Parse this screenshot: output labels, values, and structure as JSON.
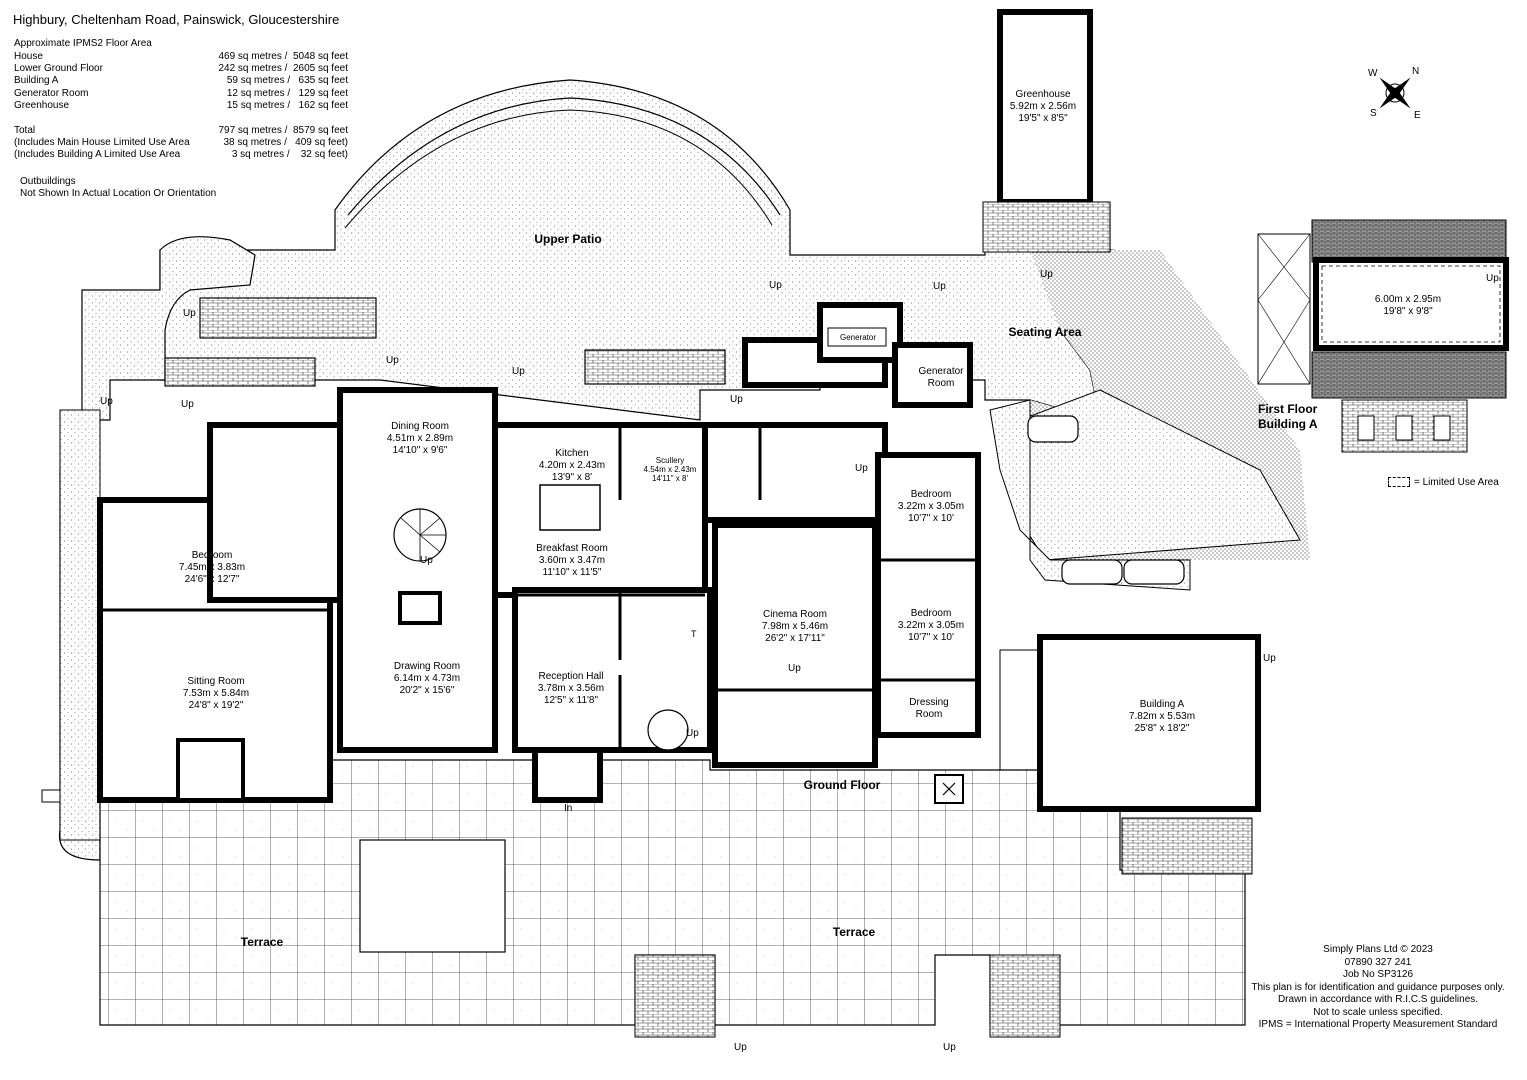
{
  "title": "Highbury, Cheltenham Road, Painswick, Gloucestershire",
  "area_heading": "Approximate IPMS2 Floor Area",
  "areas": [
    {
      "label": "House",
      "value": "469 sq metres /  5048 sq feet"
    },
    {
      "label": "Lower Ground Floor",
      "value": "242 sq metres /  2605 sq feet"
    },
    {
      "label": "Building A",
      "value": "59 sq metres /   635 sq feet"
    },
    {
      "label": "Generator Room",
      "value": "12 sq metres /   129 sq feet"
    },
    {
      "label": "Greenhouse",
      "value": "15 sq metres /   162 sq feet"
    }
  ],
  "totals": [
    {
      "label": "Total",
      "value": "797 sq metres /  8579 sq feet"
    },
    {
      "label": "(Includes Main House Limited Use Area",
      "value": "38 sq metres /   409 sq feet)"
    },
    {
      "label": "(Includes Building A Limited Use Area",
      "value": "3 sq metres /    32 sq feet)"
    }
  ],
  "outbuildings_note": [
    "Outbuildings",
    "Not Shown In Actual Location Or Orientation"
  ],
  "compass": {
    "n": "N",
    "s": "S",
    "e": "E",
    "w": "W"
  },
  "rooms": {
    "dining": [
      "Dining Room",
      "4.51m x 2.89m",
      "14'10\" x 9'6\""
    ],
    "kitchen": [
      "Kitchen",
      "4.20m x 2.43m",
      "13'9\" x 8'"
    ],
    "scullery": [
      "Scullery",
      "4.54m x 2.43m",
      "14'11\" x 8'"
    ],
    "breakfast": [
      "Breakfast Room",
      "3.60m x 3.47m",
      "11'10\" x 11'5\""
    ],
    "bedroom_main": [
      "Bedroom",
      "7.45m x 3.83m",
      "24'6\" x 12'7\""
    ],
    "sitting": [
      "Sitting Room",
      "7.53m x 5.84m",
      "24'8\" x 19'2\""
    ],
    "drawing": [
      "Drawing Room",
      "6.14m x 4.73m",
      "20'2\" x 15'6\""
    ],
    "reception": [
      "Reception Hall",
      "3.78m x 3.56m",
      "12'5\" x 11'8\""
    ],
    "cinema": [
      "Cinema Room",
      "7.98m x 5.46m",
      "26'2\" x 17'11\""
    ],
    "bedroom2": [
      "Bedroom",
      "3.22m x 3.05m",
      "10'7\" x 10'"
    ],
    "bedroom3": [
      "Bedroom",
      "3.22m x 3.05m",
      "10'7\" x 10'"
    ],
    "dressing": [
      "Dressing",
      "Room"
    ],
    "generator_room": [
      "Generator",
      "Room"
    ],
    "generator": "Generator",
    "greenhouse": [
      "Greenhouse",
      "5.92m x 2.56m",
      "19'5\" x 8'5\""
    ],
    "building_a": [
      "Building A",
      "7.82m x 5.53m",
      "25'8\" x 18'2\""
    ],
    "building_a_ff": [
      "6.00m x 2.95m",
      "19'8\" x 9'8\""
    ]
  },
  "areas_outdoor": {
    "upper_patio": "Upper Patio",
    "seating_area": "Seating Area",
    "terrace_left": "Terrace",
    "terrace_right": "Terrace",
    "ground_floor": "Ground Floor"
  },
  "first_floor": [
    "First Floor",
    "Building A"
  ],
  "legend": "= Limited Use Area",
  "up": "Up",
  "in": "In",
  "toilet": "T",
  "credits": [
    "Simply Plans Ltd © 2023",
    "07890 327 241",
    "Job No SP3126",
    "This plan is for identification and guidance purposes only.",
    "Drawn in accordance with R.I.C.S guidelines.",
    "Not to scale unless specified.",
    "IPMS = International Property Measurement Standard"
  ]
}
